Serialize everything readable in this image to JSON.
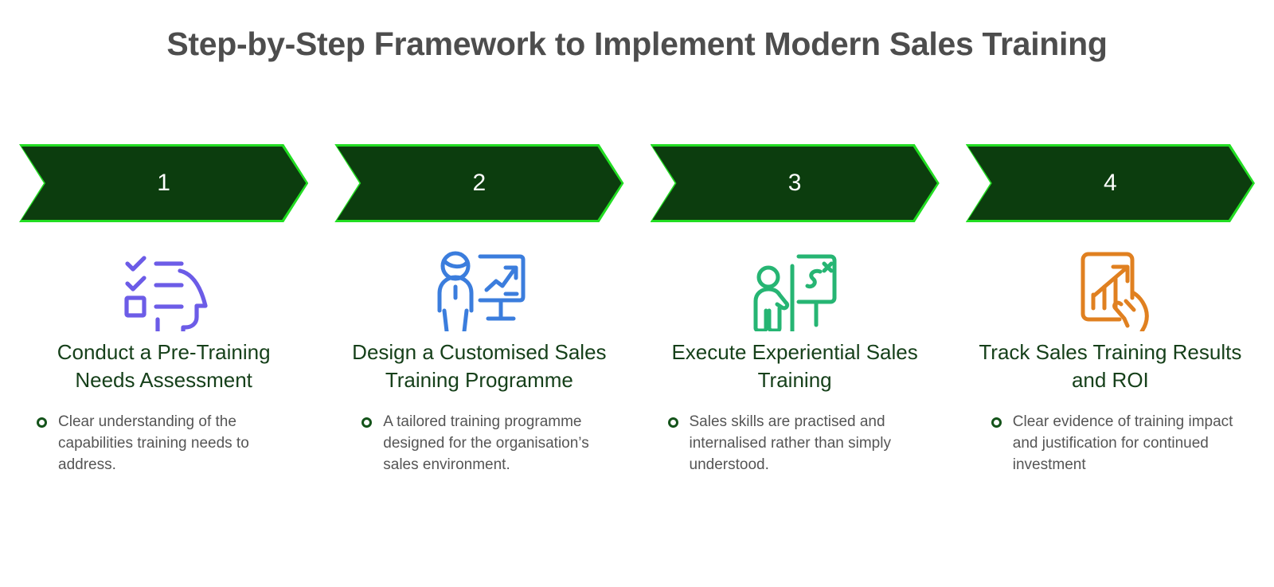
{
  "page": {
    "title": "Step-by-Step Framework to Implement Modern Sales Training",
    "background_color": "#ffffff",
    "title_color": "#4d4d4d"
  },
  "theme": {
    "chevron_fill": "#0c3d0e",
    "chevron_border": "#22dd22",
    "chevron_number_color": "#ffffff",
    "heading_color": "#16401a",
    "body_color": "#555555",
    "bullet_marker_color": "#14531a"
  },
  "steps": [
    {
      "number": "1",
      "icon_name": "checklist-head-icon",
      "icon_color": "#6c5ce7",
      "heading": "Conduct a Pre-Training Needs Assessment",
      "bullet": "Clear understanding of the capabilities training needs to address."
    },
    {
      "number": "2",
      "icon_name": "presenter-growth-chart-icon",
      "icon_color": "#3b7ddd",
      "heading": "Design a Customised Sales Training Programme",
      "bullet": "A tailored training programme designed for the organisation’s sales environment."
    },
    {
      "number": "3",
      "icon_name": "whiteboard-strategy-icon",
      "icon_color": "#26b573",
      "heading": "Execute Experiential Sales Training",
      "bullet": "Sales skills are practised and internalised rather than simply understood."
    },
    {
      "number": "4",
      "icon_name": "hand-holding-report-icon",
      "icon_color": "#e08020",
      "heading": "Track Sales Training Results and ROI",
      "bullet": "Clear evidence of training impact and justification for continued investment"
    }
  ]
}
